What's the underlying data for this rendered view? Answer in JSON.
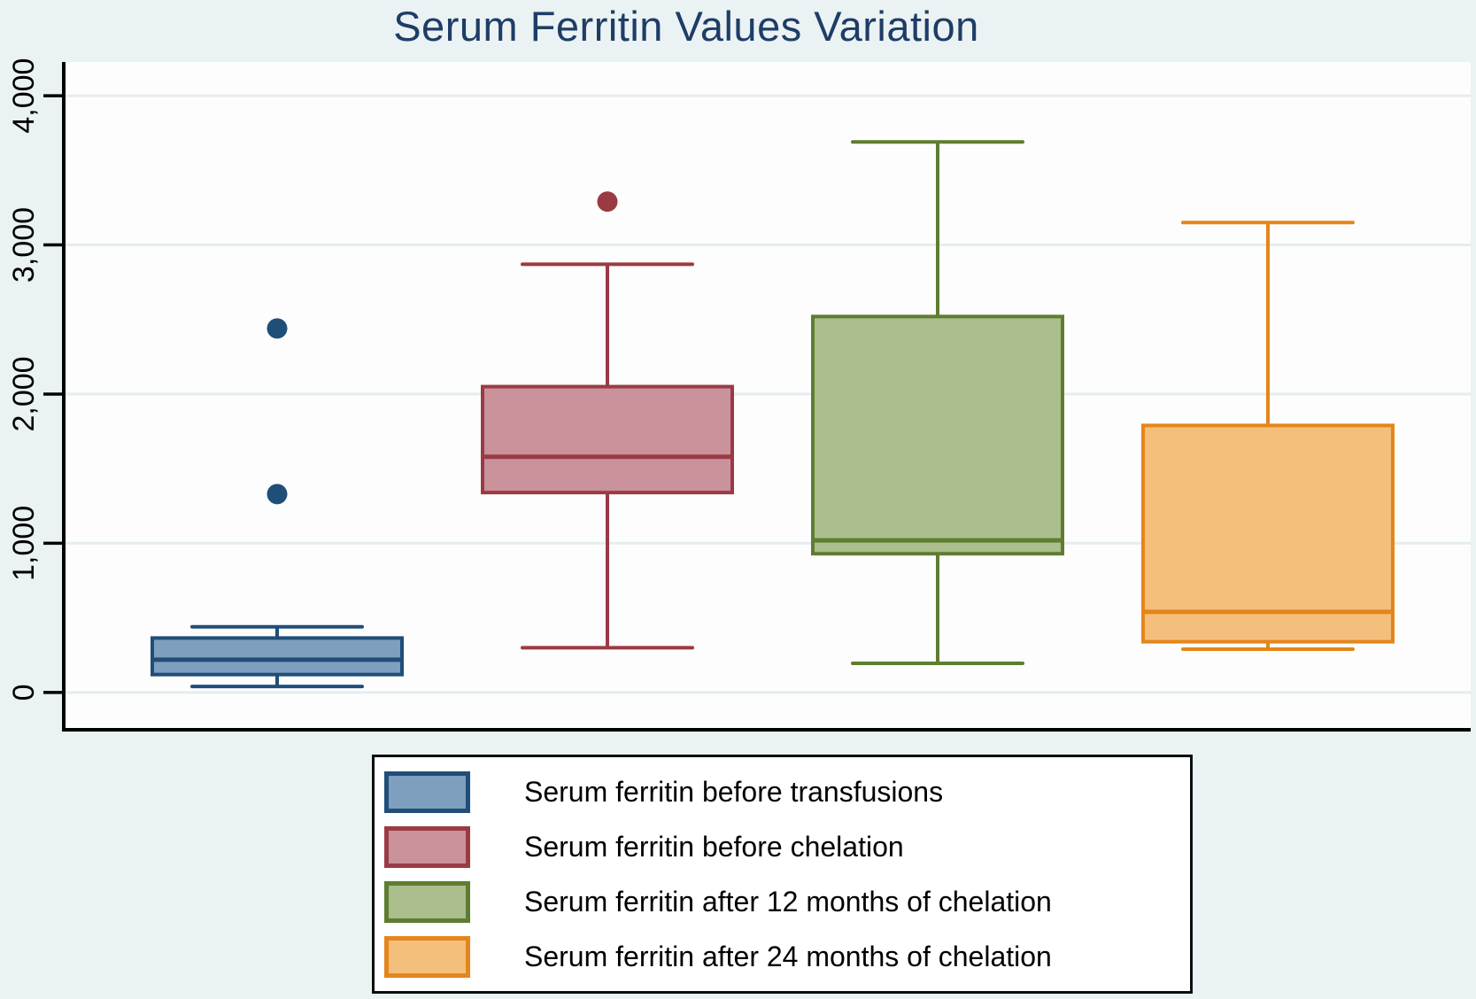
{
  "page": {
    "background": "#eaf2f3",
    "plot_background": "#fdfdfd"
  },
  "title": {
    "text": "Serum Ferritin Values Variation",
    "color": "#1e3d66"
  },
  "chart_data": {
    "type": "box",
    "title": "Serum Ferritin Values Variation",
    "xlabel": "",
    "ylabel": "",
    "ylim": [
      -250,
      4226
    ],
    "ytick_values": [
      0,
      1000,
      2000,
      3000,
      4000
    ],
    "ytick_labels": [
      "0",
      "1,000",
      "2,000",
      "3,000",
      "4,000"
    ],
    "grid": true,
    "grid_color": "#e4edf0",
    "axis_color": "#000000",
    "legend_position": "bottom",
    "series": [
      {
        "name": "Serum ferritin before transfusions",
        "fill": "#7f9fbe",
        "stroke": "#1f4e79",
        "whisker_low": 40,
        "q1": 120,
        "median": 220,
        "q3": 365,
        "whisker_high": 440,
        "outliers": [
          1330,
          2440
        ]
      },
      {
        "name": "Serum ferritin before chelation",
        "fill": "#ca929b",
        "stroke": "#9a3b44",
        "whisker_low": 300,
        "q1": 1340,
        "median": 1580,
        "q3": 2050,
        "whisker_high": 2870,
        "outliers": [
          3290
        ]
      },
      {
        "name": "Serum ferritin after 12 months of chelation",
        "fill": "#abbe8d",
        "stroke": "#5e7d31",
        "whisker_low": 195,
        "q1": 930,
        "median": 1020,
        "q3": 2520,
        "whisker_high": 3690,
        "outliers": []
      },
      {
        "name": "Serum ferritin after 24 months of chelation",
        "fill": "#f4bf7d",
        "stroke": "#e3861b",
        "whisker_low": 290,
        "q1": 340,
        "median": 540,
        "q3": 1790,
        "whisker_high": 3150,
        "outliers": []
      }
    ]
  }
}
